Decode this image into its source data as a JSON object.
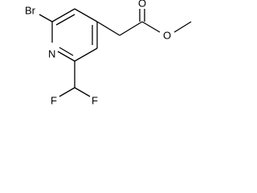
{
  "molecule": {
    "atoms": {
      "bromine": "Br",
      "nitrogen": "N",
      "carbonyl_oxygen": "O",
      "ester_oxygen": "O",
      "fluorine_left": "F",
      "fluorine_right": "F"
    },
    "colors": {
      "bond": "#000000",
      "label": "#000000",
      "background": "#ffffff"
    }
  }
}
